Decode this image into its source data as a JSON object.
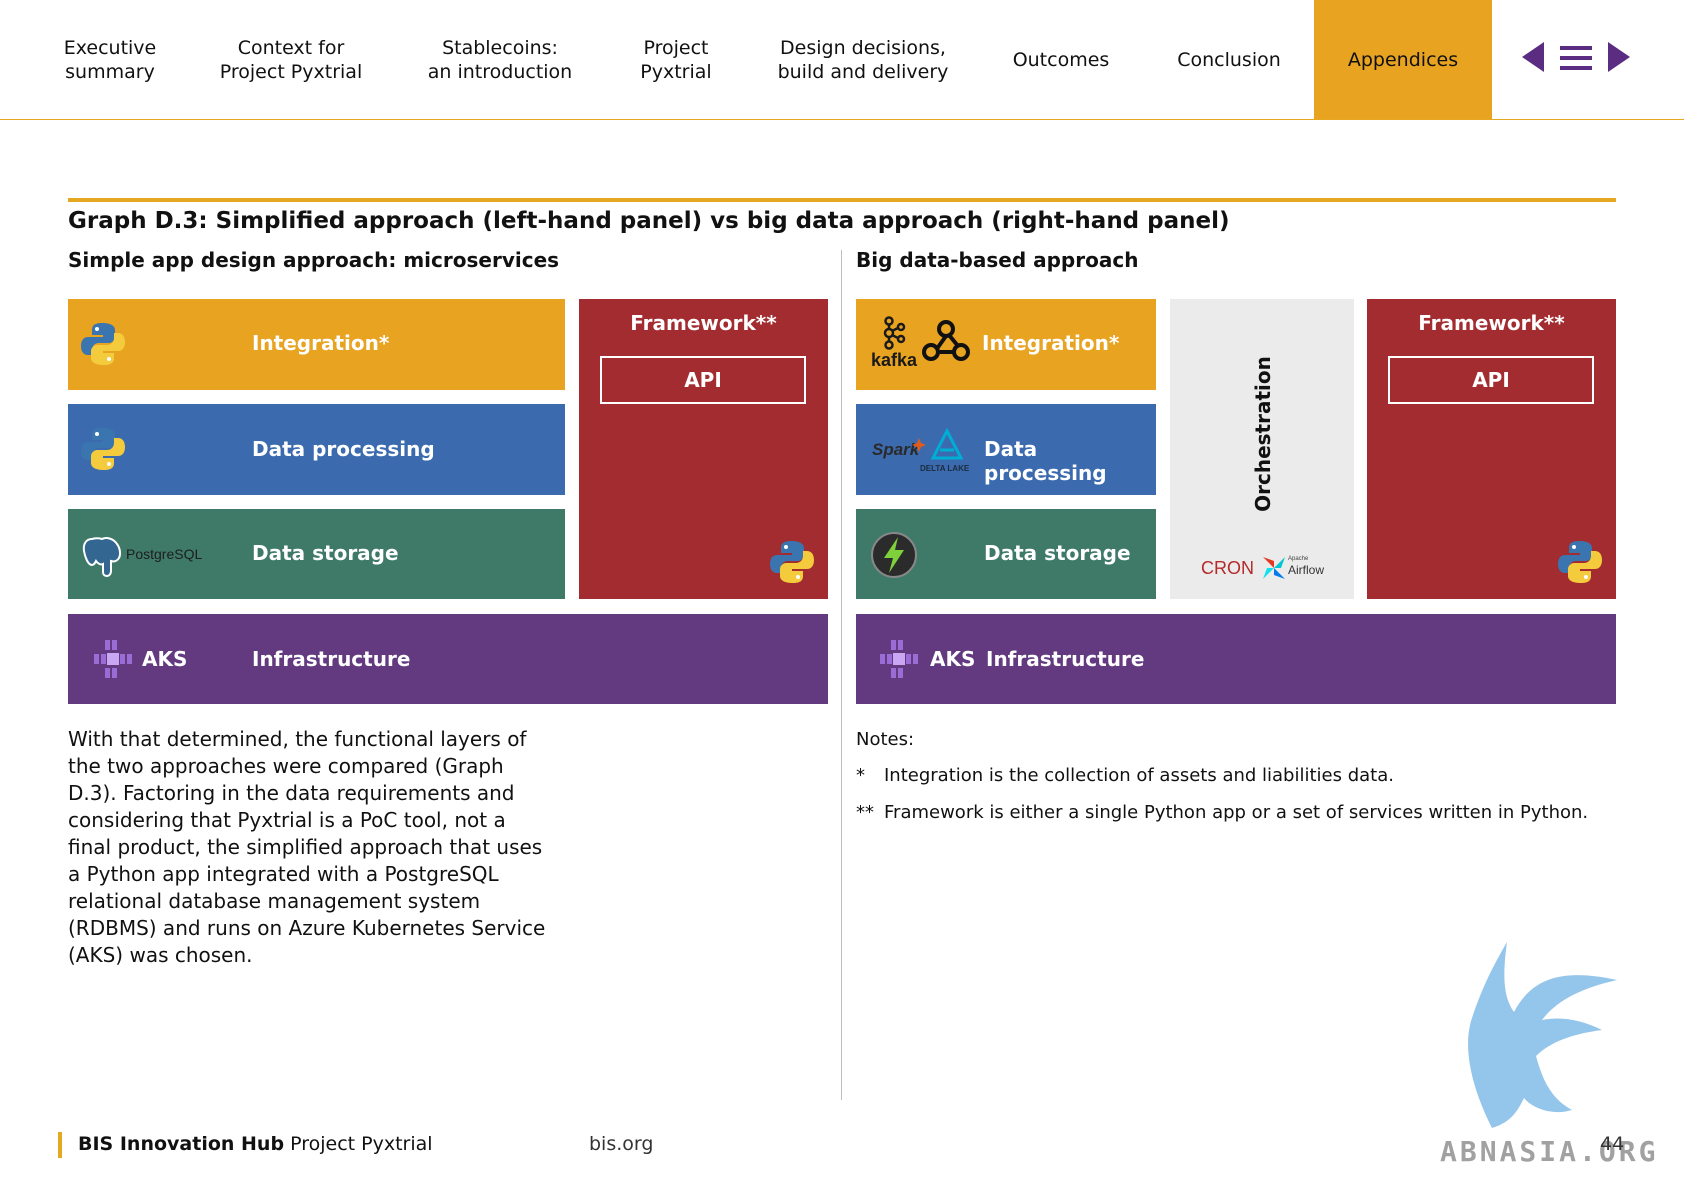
{
  "nav": {
    "items": [
      {
        "label": "Executive\nsummary"
      },
      {
        "label": "Context for\nProject Pyxtrial"
      },
      {
        "label": "Stablecoins:\nan introduction"
      },
      {
        "label": "Project\nPyxtrial"
      },
      {
        "label": "Design decisions,\nbuild and delivery"
      },
      {
        "label": "Outcomes"
      },
      {
        "label": "Conclusion"
      },
      {
        "label": "Appendices",
        "active": true
      }
    ],
    "accent_color": "#e8a321",
    "controls": [
      "prev-arrow-icon",
      "menu-icon",
      "next-arrow-icon"
    ]
  },
  "graph": {
    "title": "Graph D.3: Simplified approach (left-hand panel) vs big data approach (right-hand panel)"
  },
  "left_panel": {
    "title": "Simple app design approach: microservices",
    "integration": "Integration*",
    "data_processing": "Data processing",
    "data_storage": "Data storage",
    "storage_logo": "PostgreSQL",
    "framework": "Framework**",
    "api": "API",
    "infra_logo": "AKS",
    "infrastructure": "Infrastructure"
  },
  "right_panel": {
    "title": "Big data-based approach",
    "integration": "Integration*",
    "integration_logo": "kafka",
    "data_processing": "Data processing",
    "processing_logo_1": "Spark",
    "processing_logo_2": "DELTA LAKE",
    "data_storage": "Data storage",
    "orchestration": "Orchestration",
    "cron": "CRON",
    "airflow_small": "Apache",
    "airflow": "Airflow",
    "framework": "Framework**",
    "api": "API",
    "infra_logo": "AKS",
    "infrastructure": "Infrastructure"
  },
  "colors": {
    "integration": "#e8a321",
    "data_processing": "#3b6bae",
    "data_storage": "#3f7a68",
    "framework": "#a32c30",
    "infrastructure": "#633a80",
    "orchestration": "#ebebeb"
  },
  "body_text": "With that determined, the functional layers of the two approaches were compared (Graph D.3). Factoring in the data requirements and considering that Pyxtrial is a PoC tool, not a final product, the simplified approach that uses a Python app integrated with a PostgreSQL relational database management system (RDBMS) and runs on Azure Kubernetes Service (AKS) was chosen.",
  "notes": {
    "title": "Notes:",
    "items": [
      {
        "marker": "*",
        "text": "Integration is the collection of assets and liabilities data."
      },
      {
        "marker": "**",
        "text": "Framework is either a single Python app or a set of services written in Python."
      }
    ]
  },
  "footer": {
    "brand": "BIS Innovation Hub",
    "project": "Project Pyxtrial",
    "site": "bis.org",
    "page": "44",
    "watermark": "ABNASIA.ORG"
  }
}
